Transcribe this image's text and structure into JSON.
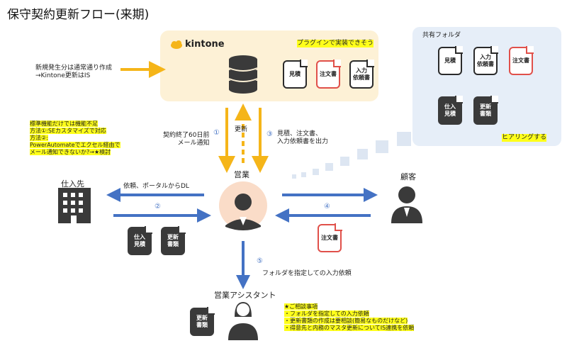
{
  "title": "保守契約更新フロー(来期)",
  "kintone": {
    "logo": "kintone",
    "plugin_note": "プラグインで実装できそう",
    "docs": [
      "見積",
      "注文書",
      "入力\n依頼書"
    ]
  },
  "shared_folder": {
    "title": "共有フォルダ",
    "docs": [
      "見積",
      "入力\n依頼書",
      "注文書",
      "仕入\n見積",
      "更新\n書類"
    ],
    "hearing": "ヒアリングする"
  },
  "new_case": {
    "line1": "新規発生分は通常通り作成",
    "line2": "→Kintone更新はIS"
  },
  "standard_note": {
    "lines": [
      "標準機能だけでは機能不足",
      "方法①:SEカスタマイズで対応",
      "方法②:",
      "PowerAutomateでエクセル経由で",
      "メール通知できないか?→★検討"
    ]
  },
  "flows": {
    "f1_label": "契約終了60日前\nメール通知",
    "f1_num": "①",
    "update_label": "更新",
    "f3_num": "③",
    "f3_label": "見積、注文書、\n入力依頼書を出力",
    "f2_label": "依頼、ポータルからDL",
    "f2_num": "②",
    "f4_num": "④",
    "f5_num": "⑤",
    "f5_label": "フォルダを指定しての入力依頼"
  },
  "nodes": {
    "supplier": "仕入先",
    "sales": "営業",
    "customer": "顧客",
    "assistant": "営業アシスタント"
  },
  "supplier_docs": [
    "仕入\n見積",
    "更新\n書類"
  ],
  "customer_doc": "注文書",
  "assistant_doc": "更新\n書類",
  "consult": {
    "lines": [
      "★ご相談事項",
      "・フォルダを指定しての入力依頼",
      "・更新書類の作成は要相談(簡易なものだけなど)",
      "・得意先と内務のマスタ更新についてIS連携を依頼"
    ]
  },
  "colors": {
    "orange": "#f5b519",
    "blue": "#4472c4",
    "red_doc": "#e0504a",
    "dark": "#3a3a3a"
  }
}
